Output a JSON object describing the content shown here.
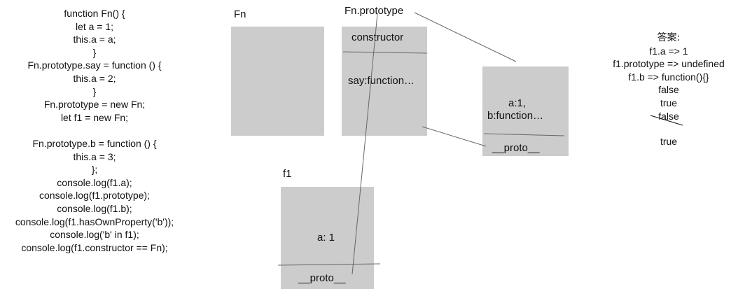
{
  "code_lines": [
    "function Fn() {",
    "let a = 1;",
    "this.a = a;",
    "}",
    "Fn.prototype.say = function () {",
    "this.a = 2;",
    "}",
    "Fn.prototype = new Fn;",
    "let f1 = new Fn;",
    "",
    "Fn.prototype.b = function () {",
    "this.a = 3;",
    "};",
    "console.log(f1.a);",
    "console.log(f1.prototype);",
    "console.log(f1.b);",
    "console.log(f1.hasOwnProperty('b'));",
    "console.log('b' in f1);",
    "console.log(f1.constructor == Fn);"
  ],
  "labels": {
    "fn": "Fn",
    "fn_prototype": "Fn.prototype",
    "f1": "f1"
  },
  "prototype_box": {
    "constructor": "constructor",
    "say": "say:function…"
  },
  "instance_box": {
    "line1": "a:1,",
    "line2": "b:function…",
    "proto": "__proto__"
  },
  "f1_box": {
    "value": "a: 1",
    "proto": "__proto__"
  },
  "answers": {
    "title": "答案:",
    "items": [
      "f1.a => 1",
      "f1.prototype => undefined",
      "f1.b => function(){}",
      "false",
      "true",
      "false"
    ],
    "final": "true"
  },
  "colors": {
    "box_fill": "#cccccc",
    "line_stroke": "#666666",
    "text": "#111111"
  }
}
